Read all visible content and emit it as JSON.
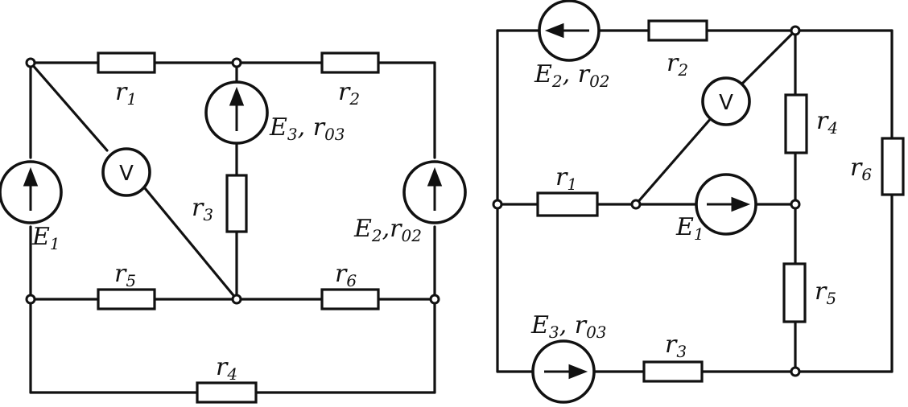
{
  "left_circuit": {
    "r1": [
      "r",
      "1"
    ],
    "r2": [
      "r",
      "2"
    ],
    "r3": [
      "r",
      "3"
    ],
    "r4": [
      "r",
      "4"
    ],
    "r5": [
      "r",
      "5"
    ],
    "r6": [
      "r",
      "6"
    ],
    "E1": [
      "E",
      "1"
    ],
    "E2_label": [
      "E",
      "2",
      ",r",
      "02"
    ],
    "E3_label": [
      "E",
      "3",
      ", r",
      "03"
    ],
    "voltmeter": "V"
  },
  "right_circuit": {
    "r1": [
      "r",
      "1"
    ],
    "r2": [
      "r",
      "2"
    ],
    "r3": [
      "r",
      "3"
    ],
    "r4": [
      "r",
      "4"
    ],
    "r5": [
      "r",
      "5"
    ],
    "r6": [
      "r",
      "6"
    ],
    "E1": [
      "E",
      "1"
    ],
    "E2_label": [
      "E",
      "2",
      ", r",
      "02"
    ],
    "E3_label": [
      "E",
      "3",
      ", r",
      "03"
    ],
    "voltmeter": "V"
  },
  "colors": {
    "ink": "#111111",
    "paper": "#ffffff"
  }
}
